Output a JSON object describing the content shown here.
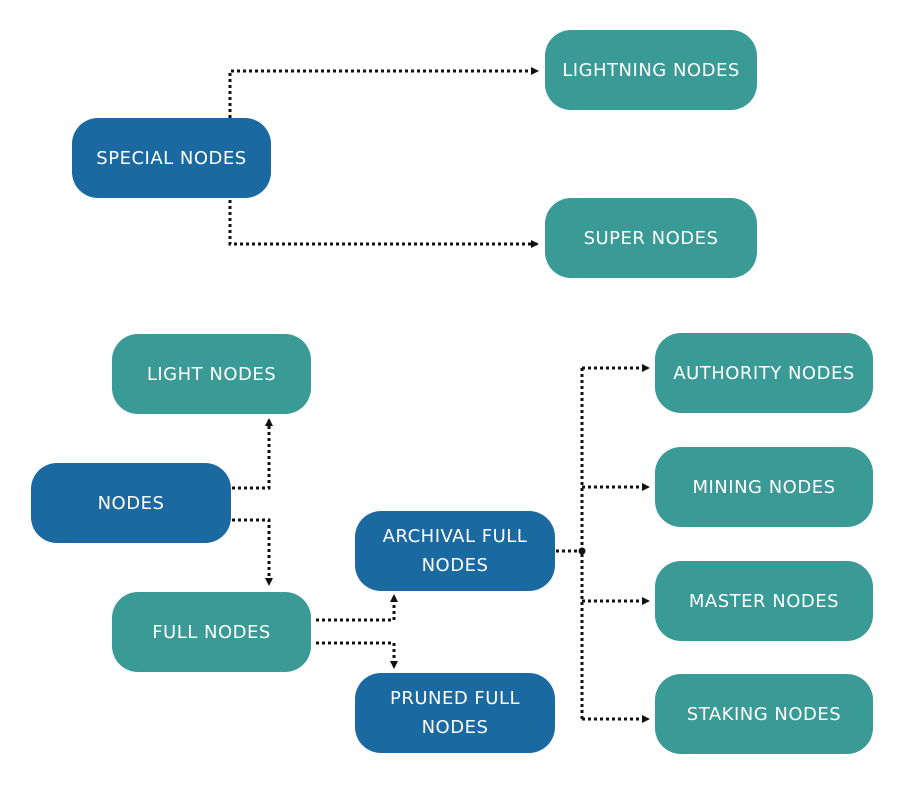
{
  "colors": {
    "dark_blue": "#1b69a1",
    "teal": "#3a9a96",
    "connector": "#111111"
  },
  "nodes": {
    "special_nodes": "SPECIAL NODES",
    "lightning_nodes": "LIGHTNING NODES",
    "super_nodes": "SUPER NODES",
    "light_nodes": "LIGHT NODES",
    "nodes": "NODES",
    "full_nodes": "FULL NODES",
    "archival_full_nodes_line1": "ARCHIVAL FULL",
    "archival_full_nodes_line2": "NODES",
    "pruned_full_nodes_line1": "PRUNED FULL",
    "pruned_full_nodes_line2": "NODES",
    "authority_nodes": "AUTHORITY NODES",
    "mining_nodes": "MINING NODES",
    "master_nodes": "MASTER NODES",
    "staking_nodes": "STAKING NODES"
  }
}
